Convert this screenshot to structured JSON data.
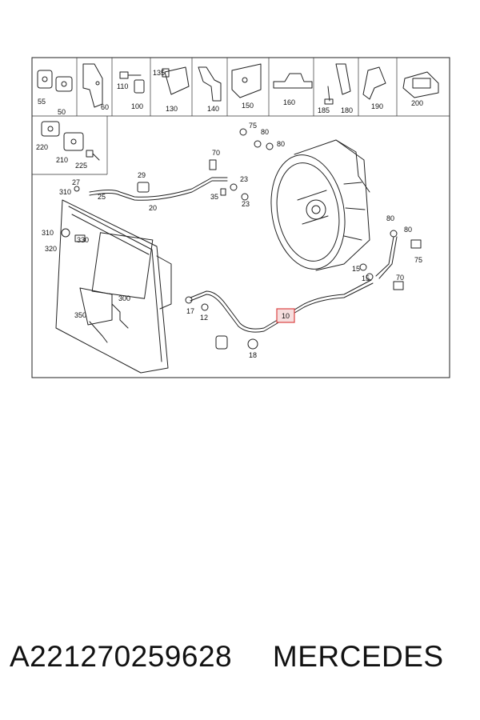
{
  "legend_row": [
    {
      "id": "55",
      "label": "55"
    },
    {
      "id": "50",
      "label": "50"
    },
    {
      "id": "60",
      "label": "60"
    },
    {
      "id": "110",
      "label": "110"
    },
    {
      "id": "100",
      "label": "100"
    },
    {
      "id": "135",
      "label": "135"
    },
    {
      "id": "130",
      "label": "130"
    },
    {
      "id": "140",
      "label": "140"
    },
    {
      "id": "150",
      "label": "150"
    },
    {
      "id": "160",
      "label": "160"
    },
    {
      "id": "185",
      "label": "185"
    },
    {
      "id": "180",
      "label": "180"
    },
    {
      "id": "190",
      "label": "190"
    },
    {
      "id": "200",
      "label": "200"
    }
  ],
  "legend_side": [
    {
      "id": "220",
      "label": "220"
    },
    {
      "id": "210",
      "label": "210"
    },
    {
      "id": "225",
      "label": "225"
    }
  ],
  "main_labels": {
    "l75a": "75",
    "l80a": "80",
    "l80b": "80",
    "l70a": "70",
    "l29": "29",
    "l23a": "23",
    "l23b": "23",
    "l35": "35",
    "l27": "27",
    "l310a": "310",
    "l25": "25",
    "l20": "20",
    "l310b": "310",
    "l330": "330",
    "l320": "320",
    "l300": "300",
    "l350": "350",
    "l17": "17",
    "l12": "12",
    "l18": "18",
    "l10": "10",
    "l80c": "80",
    "l80d": "80",
    "l75b": "75",
    "l15a": "15",
    "l15b": "15",
    "l70b": "70"
  },
  "highlighted_part": "10",
  "highlight_color": "#d44444",
  "footer": {
    "part_number": "A221270259628",
    "brand": "MERCEDES"
  }
}
